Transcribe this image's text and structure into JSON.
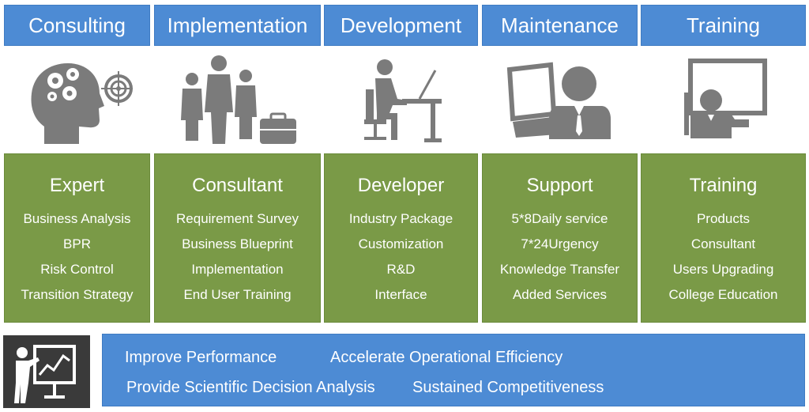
{
  "columns": [
    {
      "header": "Consulting",
      "icon": "head-gears-target-icon",
      "role": "Expert",
      "items": [
        "Business Analysis",
        "BPR",
        "Risk Control",
        "Transition Strategy"
      ]
    },
    {
      "header": "Implementation",
      "icon": "team-briefcase-icon",
      "role": "Consultant",
      "items": [
        "Requirement Survey",
        "Business Blueprint",
        "Implementation",
        "End User Training"
      ]
    },
    {
      "header": "Development",
      "icon": "developer-desk-icon",
      "role": "Developer",
      "items": [
        "Industry Package",
        "Customization",
        "R&D",
        "Interface"
      ]
    },
    {
      "header": "Maintenance",
      "icon": "support-monitor-icon",
      "role": "Support",
      "items": [
        "5*8Daily service",
        "7*24Urgency",
        "Knowledge Transfer",
        "Added Services"
      ]
    },
    {
      "header": "Training",
      "icon": "presenter-board-icon",
      "role": "Training",
      "items": [
        "Products",
        "Consultant",
        "Users Upgrading",
        "College Education"
      ]
    }
  ],
  "benefits": [
    "Improve Performance",
    "Accelerate Operational Efficiency",
    "Provide Scientific Decision Analysis",
    "Sustained Competitiveness"
  ],
  "bottom_icon": "presentation-chart-icon",
  "colors": {
    "header_blue": "#4d8bd4",
    "green": "#7a9a47",
    "icon_gray": "#7b7b7b",
    "dark": "#3a3a3a"
  }
}
